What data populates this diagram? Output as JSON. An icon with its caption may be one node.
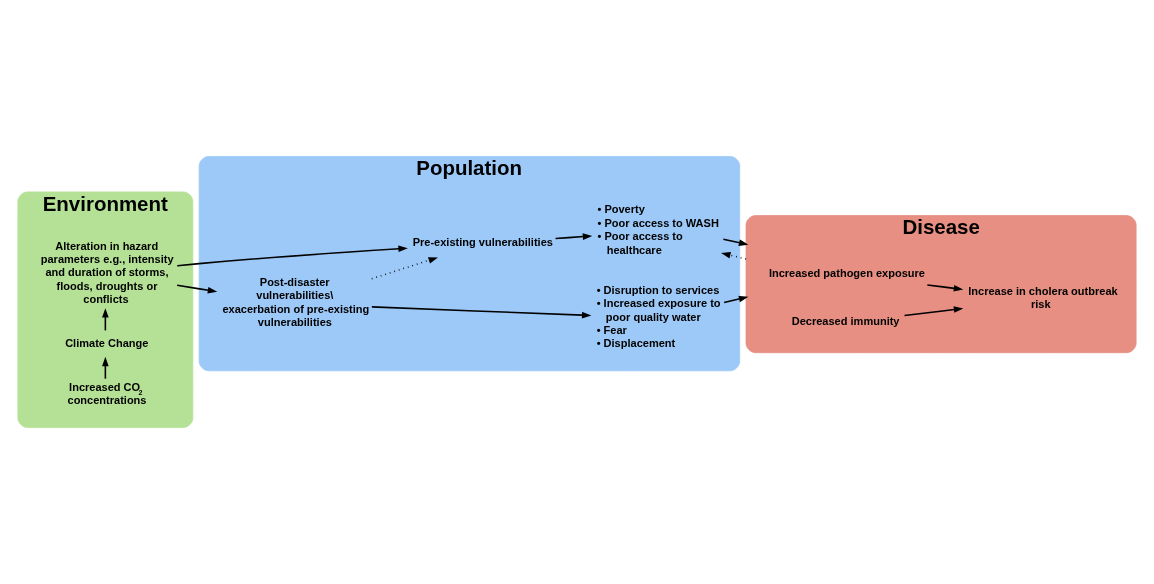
{
  "diagram": {
    "nodes": [
      {
        "text": [
          "Environment"
        ]
      },
      {
        "text": [
          "Increased CO$_{2}$ concentrations"
        ],
        "in": 0
      },
      {
        "text": [
          "Climate Change"
        ],
        "in": 0
      },
      {
        "text": [
          "Alteration in hazard parameters e.g., intensity and duration of storms, floods, droughts or conflicts"
        ],
        "in": 0
      },
      {
        "text": [
          "Population"
        ]
      },
      {
        "text": [
          "Pre-existing vulnerabilities"
        ],
        "in": 4
      },
      {
        "text": [
          "• Poverty",
          "• Poor access to WASH",
          "• Poor access to healthcare"
        ],
        "in": 4
      },
      {
        "text": [
          "Post-disaster vulnerabilities\\ exacerbation of pre-existing vulnerabilities"
        ],
        "in": 4
      },
      {
        "text": [
          "• Disruption to services",
          "• Increased exposure to poor quality water",
          "• Fear",
          "• Displacement"
        ],
        "in": 4
      },
      {
        "text": [
          "Disease"
        ]
      },
      {
        "text": [
          "Increased pathogen exposure"
        ],
        "in": 9
      },
      {
        "text": [
          "Decreased immunity"
        ],
        "in": 9
      },
      {
        "text": [
          "Increase in cholera outbreak risk"
        ],
        "in": 9
      }
    ],
    "edges": [
      {
        "from": 1,
        "to": 2,
        "arrow": "to"
      },
      {
        "from": 2,
        "to": 3,
        "arrow": "to"
      },
      {
        "from": 3,
        "to": 5,
        "arrow": "to"
      },
      {
        "from": 3,
        "to": 7,
        "arrow": "to"
      },
      {
        "from": 7,
        "to": 5,
        "arrow": "to",
        "style": "dashed"
      },
      {
        "from": 5,
        "to": 6,
        "arrow": "to"
      },
      {
        "from": 7,
        "to": 8,
        "arrow": "to"
      },
      {
        "from": 6,
        "to": 9,
        "arrow": "to"
      },
      {
        "from": 9,
        "to": 6,
        "arrow": "to",
        "style": "dashed"
      },
      {
        "from": 8,
        "to": 9,
        "arrow": "to"
      },
      {
        "from": 10,
        "to": 12,
        "arrow": "to"
      },
      {
        "from": 11,
        "to": 12,
        "arrow": "to"
      }
    ]
  }
}
